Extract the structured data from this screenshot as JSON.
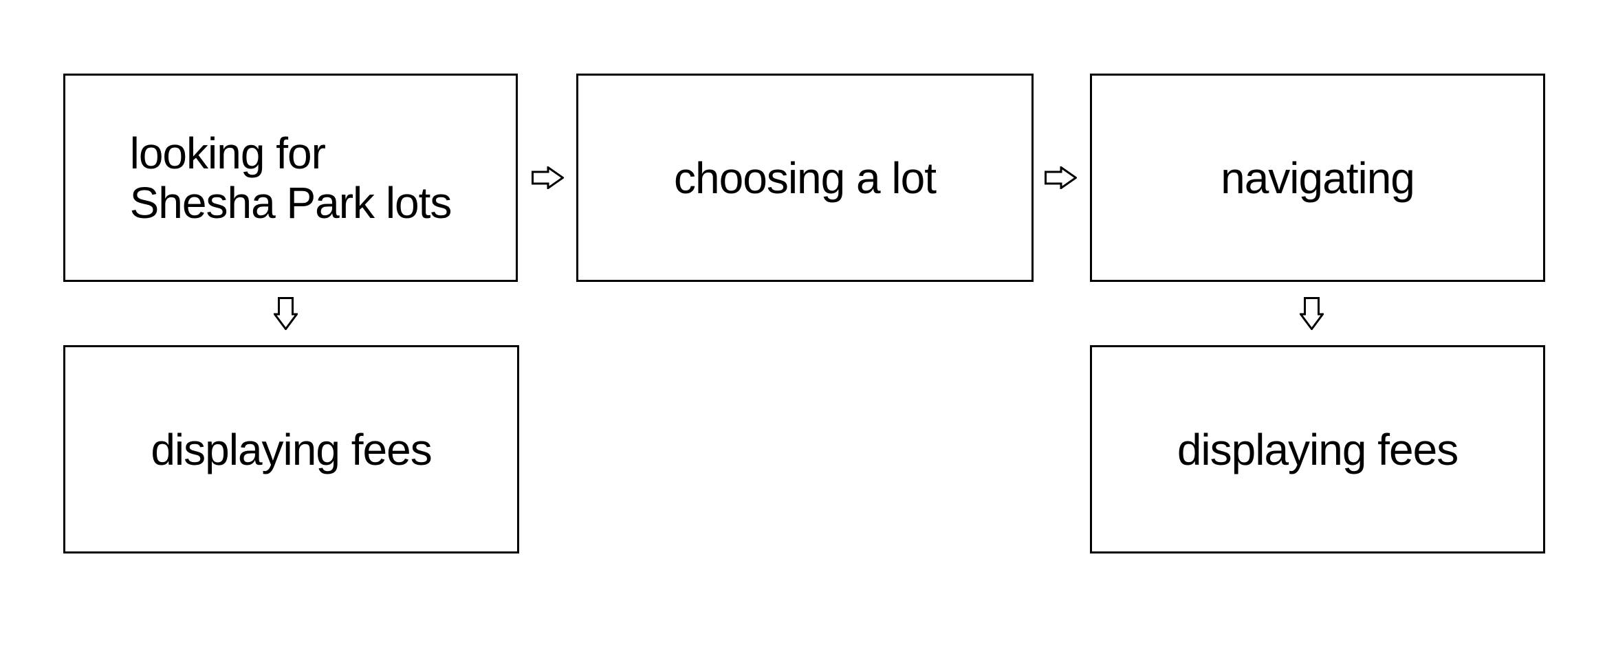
{
  "diagram": {
    "type": "flowchart",
    "colors": {
      "background": "#ffffff",
      "node_fill": "#ffffff",
      "line": "#000000",
      "text": "#000000"
    },
    "nodes": [
      {
        "id": "looking-for-lots",
        "label": "looking for\nShesha Park lots"
      },
      {
        "id": "choosing-a-lot",
        "label": "choosing a lot"
      },
      {
        "id": "navigating",
        "label": "navigating"
      },
      {
        "id": "displaying-fees-left",
        "label": "displaying fees"
      },
      {
        "id": "displaying-fees-right",
        "label": "displaying fees"
      }
    ],
    "edges": [
      {
        "from": "looking-for-lots",
        "to": "choosing-a-lot",
        "direction": "right"
      },
      {
        "from": "choosing-a-lot",
        "to": "navigating",
        "direction": "right"
      },
      {
        "from": "looking-for-lots",
        "to": "displaying-fees-left",
        "direction": "down"
      },
      {
        "from": "navigating",
        "to": "displaying-fees-right",
        "direction": "down"
      }
    ]
  }
}
